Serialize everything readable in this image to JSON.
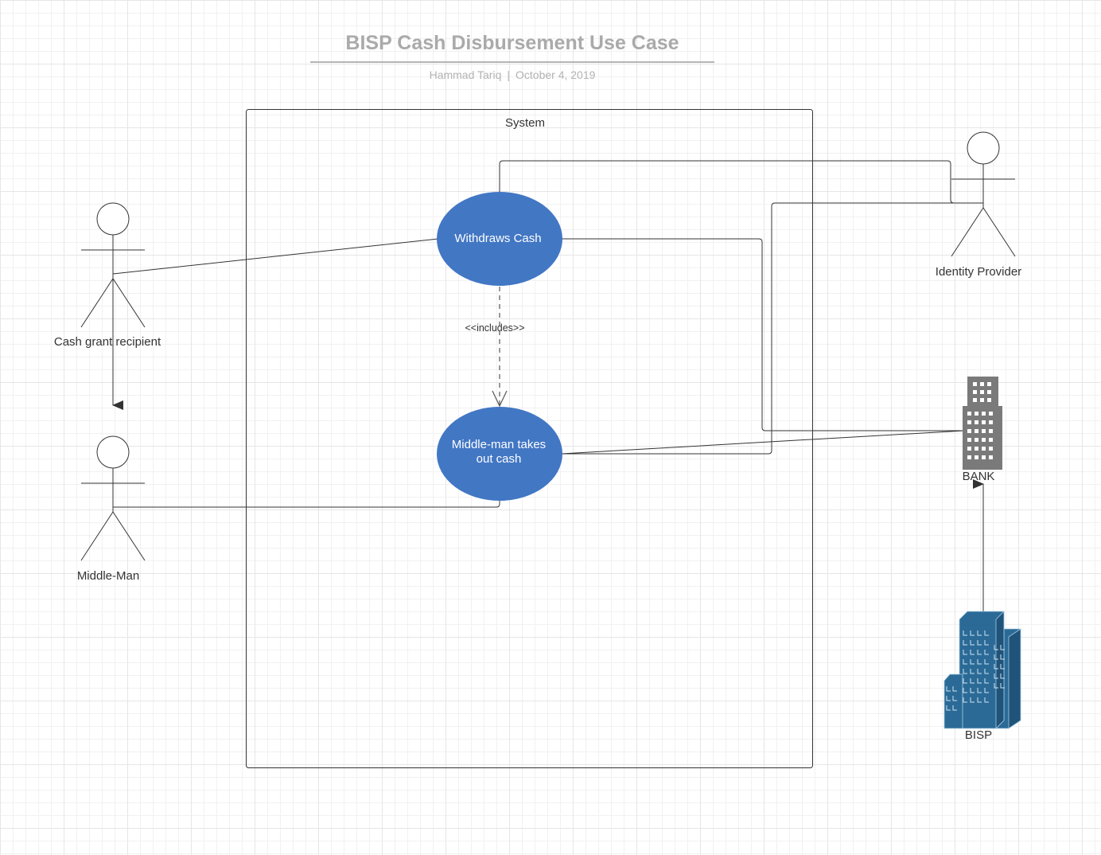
{
  "header": {
    "title": "BISP Cash Disbursement Use Case",
    "author": "Hammad Tariq",
    "date": "October 4, 2019"
  },
  "system": {
    "label": "System"
  },
  "use_cases": [
    {
      "label": "Withdraws Cash"
    },
    {
      "label": "Middle-man takes out cash"
    }
  ],
  "relationships": {
    "includes_label": "<<includes>>"
  },
  "actors": {
    "cash_grant_recipient": "Cash grant recipient",
    "middle_man": "Middle-Man",
    "identity_provider": "Identity Provider",
    "bank": "BANK",
    "bisp": "BISP"
  },
  "colors": {
    "use_case_fill": "#4277c4",
    "bank_icon": "#7a7a7a",
    "bisp_icon": "#2b6a96",
    "line": "#333333"
  }
}
